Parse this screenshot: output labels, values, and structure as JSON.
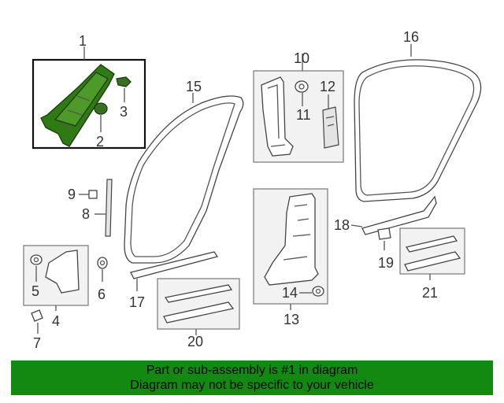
{
  "callouts": {
    "c1": "1",
    "c2": "2",
    "c3": "3",
    "c4": "4",
    "c5": "5",
    "c6": "6",
    "c7": "7",
    "c8": "8",
    "c9": "9",
    "c10": "10",
    "c11": "11",
    "c12": "12",
    "c13": "13",
    "c14": "14",
    "c15": "15",
    "c16": "16",
    "c17": "17",
    "c18": "18",
    "c19": "19",
    "c20": "20",
    "c21": "21"
  },
  "banner": {
    "line1": "Part or sub-assembly is #1 in diagram",
    "line2": "Diagram may not be specific to your vehicle"
  },
  "colors": {
    "highlight": "#2f7a12",
    "banner": "#128a12"
  }
}
